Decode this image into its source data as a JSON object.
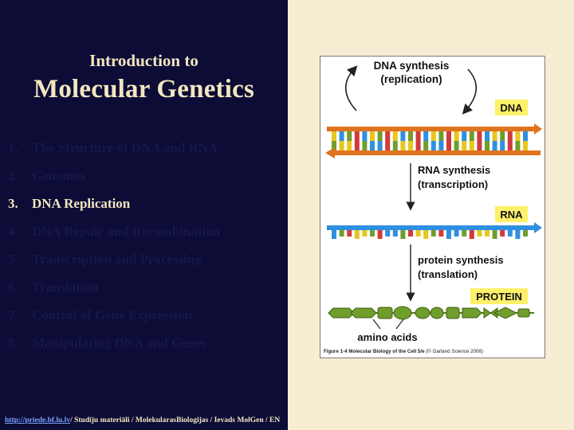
{
  "slide": {
    "title_line1": "Introduction to",
    "title_line2": "Molecular Genetics",
    "outline": [
      {
        "num": "1.",
        "label": "The Structure of DNA and RNA"
      },
      {
        "num": "2.",
        "label": "Genomes"
      },
      {
        "num": "3.",
        "label": "DNA Replication"
      },
      {
        "num": "4.",
        "label": "DNA Repair and Recombination"
      },
      {
        "num": "5.",
        "label": "Transcription and Processing"
      },
      {
        "num": "6.",
        "label": "Translation"
      },
      {
        "num": "7.",
        "label": "Control of Gene Expression"
      },
      {
        "num": "8.",
        "label": "Manipulating DNA and Genes"
      }
    ],
    "active_index": 2,
    "footer_link": "http://priede.bf.lu.lv",
    "footer_path": "/ Studiju materiāli / MolekularasBiologijas / Ievads MolGen / EN"
  },
  "figure": {
    "dna_synthesis_1": "DNA synthesis",
    "dna_synthesis_2": "(replication)",
    "dna_label": "DNA",
    "rna_synthesis_1": "RNA synthesis",
    "rna_synthesis_2": "(transcription)",
    "rna_label": "RNA",
    "protein_synthesis_1": "protein synthesis",
    "protein_synthesis_2": "(translation)",
    "protein_label": "PROTEIN",
    "amino_acids": "amino acids",
    "caption_bold": "Figure 1-4 Molecular Biology of the Cell 5/e",
    "caption_rest": " (© Garland Science 2008)"
  },
  "colors": {
    "left_bg": "#0c0c36",
    "right_bg": "#f7edd3",
    "title": "#f3e6c0",
    "dna_backbone": "#e0731d",
    "rna_backbone": "#2f8fe0",
    "label_box": "#fff06a",
    "protein": "#6f9e2c"
  }
}
